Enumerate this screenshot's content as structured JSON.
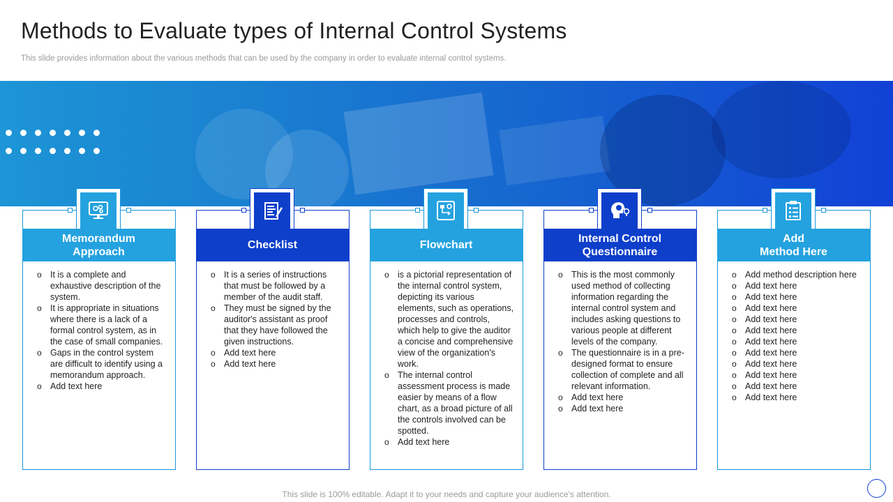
{
  "slide": {
    "title": "Methods to Evaluate types of Internal Control Systems",
    "subtitle": "This slide provides information about the various methods that can be used by the company in order to evaluate internal control systems.",
    "footer": "This slide is 100% editable. Adapt it to your needs and capture your audience's attention."
  },
  "colors": {
    "light_blue": "#24a2df",
    "dark_blue": "#0d3fcb"
  },
  "cards": [
    {
      "title": "Memorandum\nApproach",
      "icon": "computer-monitor-icon",
      "items": [
        "It is a complete and exhaustive description of the system.",
        "It is appropriate in situations where there is a lack of a formal control system, as in the case of small companies.",
        "Gaps in the control system are difficult to identify using a memorandum approach.",
        "Add text here"
      ]
    },
    {
      "title": "Checklist",
      "icon": "document-pencil-icon",
      "items": [
        "It is a series of instructions that must be followed by a member of the audit staff.",
        "They must be signed by the auditor's assistant as proof that they have followed the given instructions.",
        "Add text here",
        "Add text here"
      ]
    },
    {
      "title": "Flowchart",
      "icon": "flowchart-icon",
      "items": [
        "is a pictorial representation of the internal control system, depicting its various elements, such as operations, processes and controls, which help to give the auditor a concise and comprehensive view of the organization's work.",
        "The internal control assessment process is made easier by means of a flow chart, as a broad picture of all the controls involved can be spotted.",
        "Add text here"
      ]
    },
    {
      "title": "Internal Control\nQuestionnaire",
      "icon": "head-lightbulb-icon",
      "items": [
        "This is the most commonly used method of collecting information regarding the internal control system and includes asking questions to various people at different levels of the company.",
        "The questionnaire is in a pre-designed format to ensure collection of complete and all relevant information.",
        "Add text here",
        "Add text here"
      ]
    },
    {
      "title": "Add\nMethod Here",
      "icon": "clipboard-checklist-icon",
      "items": [
        "Add method description here",
        "Add text here",
        "Add text here",
        "Add text here",
        "Add text here",
        "Add text here",
        "Add text here",
        "Add text here",
        "Add text here",
        "Add text here",
        "Add text here",
        "Add text here"
      ]
    }
  ]
}
